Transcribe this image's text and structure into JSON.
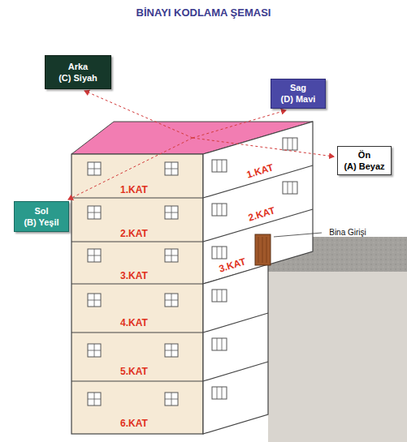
{
  "diagram": {
    "title": "BİNAYI KODLAMA ŞEMASI",
    "nodes": [
      {
        "text": [
          "Arka",
          "(C) Siyah"
        ]
      },
      {
        "text": [
          "Sag",
          "(D) Mavi"
        ]
      },
      {
        "text": [
          "Ön",
          "(A) Beyaz"
        ]
      },
      {
        "text": [
          "Sol",
          "(B) Yeşil"
        ]
      }
    ],
    "labels": [
      "1.KAT",
      "2.KAT",
      "3.KAT",
      "4.KAT",
      "5.KAT",
      "6.KAT",
      "1.KAT",
      "2.KAT",
      "3.KAT",
      "Bina Girişi"
    ]
  }
}
